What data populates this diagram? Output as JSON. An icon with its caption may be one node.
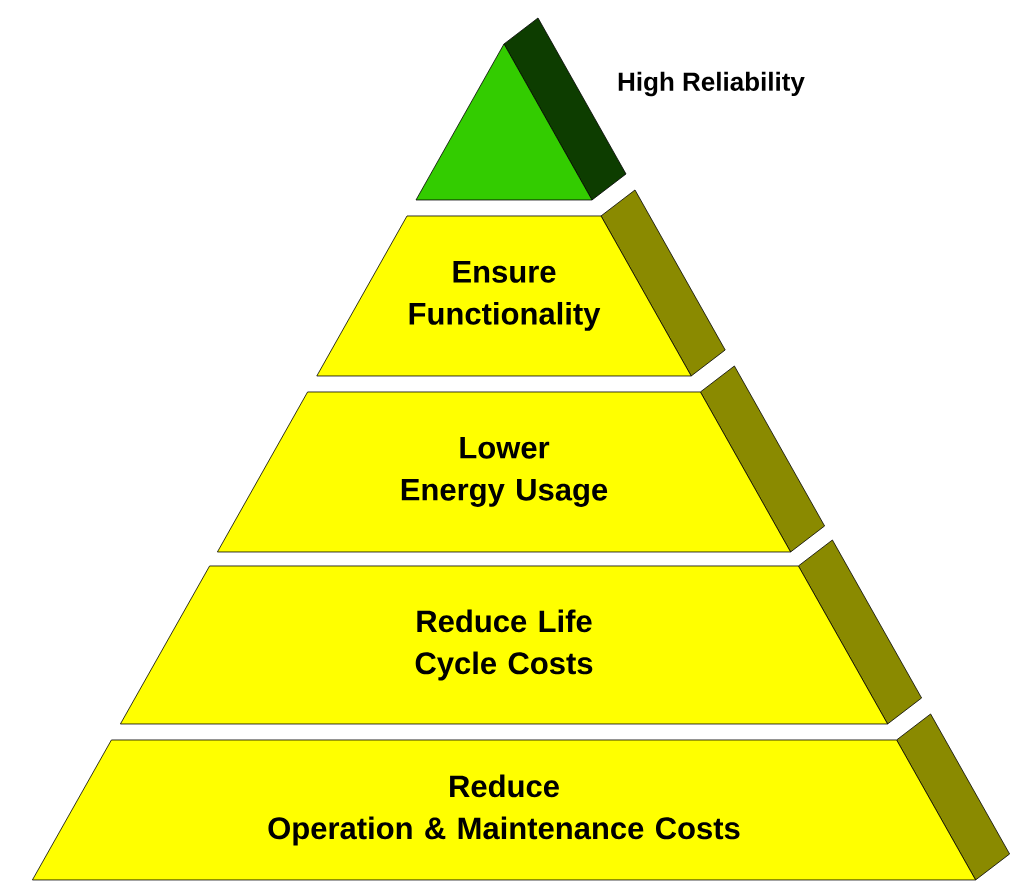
{
  "diagram": {
    "nodes": [
      {
        "text": [],
        "shape": "triangle",
        "beside": [
          "High Reliability"
        ]
      },
      {
        "text": [
          "Ensure Functionality"
        ]
      },
      {
        "text": [
          "Lower Energy Usage"
        ]
      },
      {
        "text": [
          "Reduce Life Cycle Costs"
        ]
      },
      {
        "text": [
          "Reduce Operation & Maintenance Costs"
        ]
      }
    ]
  }
}
